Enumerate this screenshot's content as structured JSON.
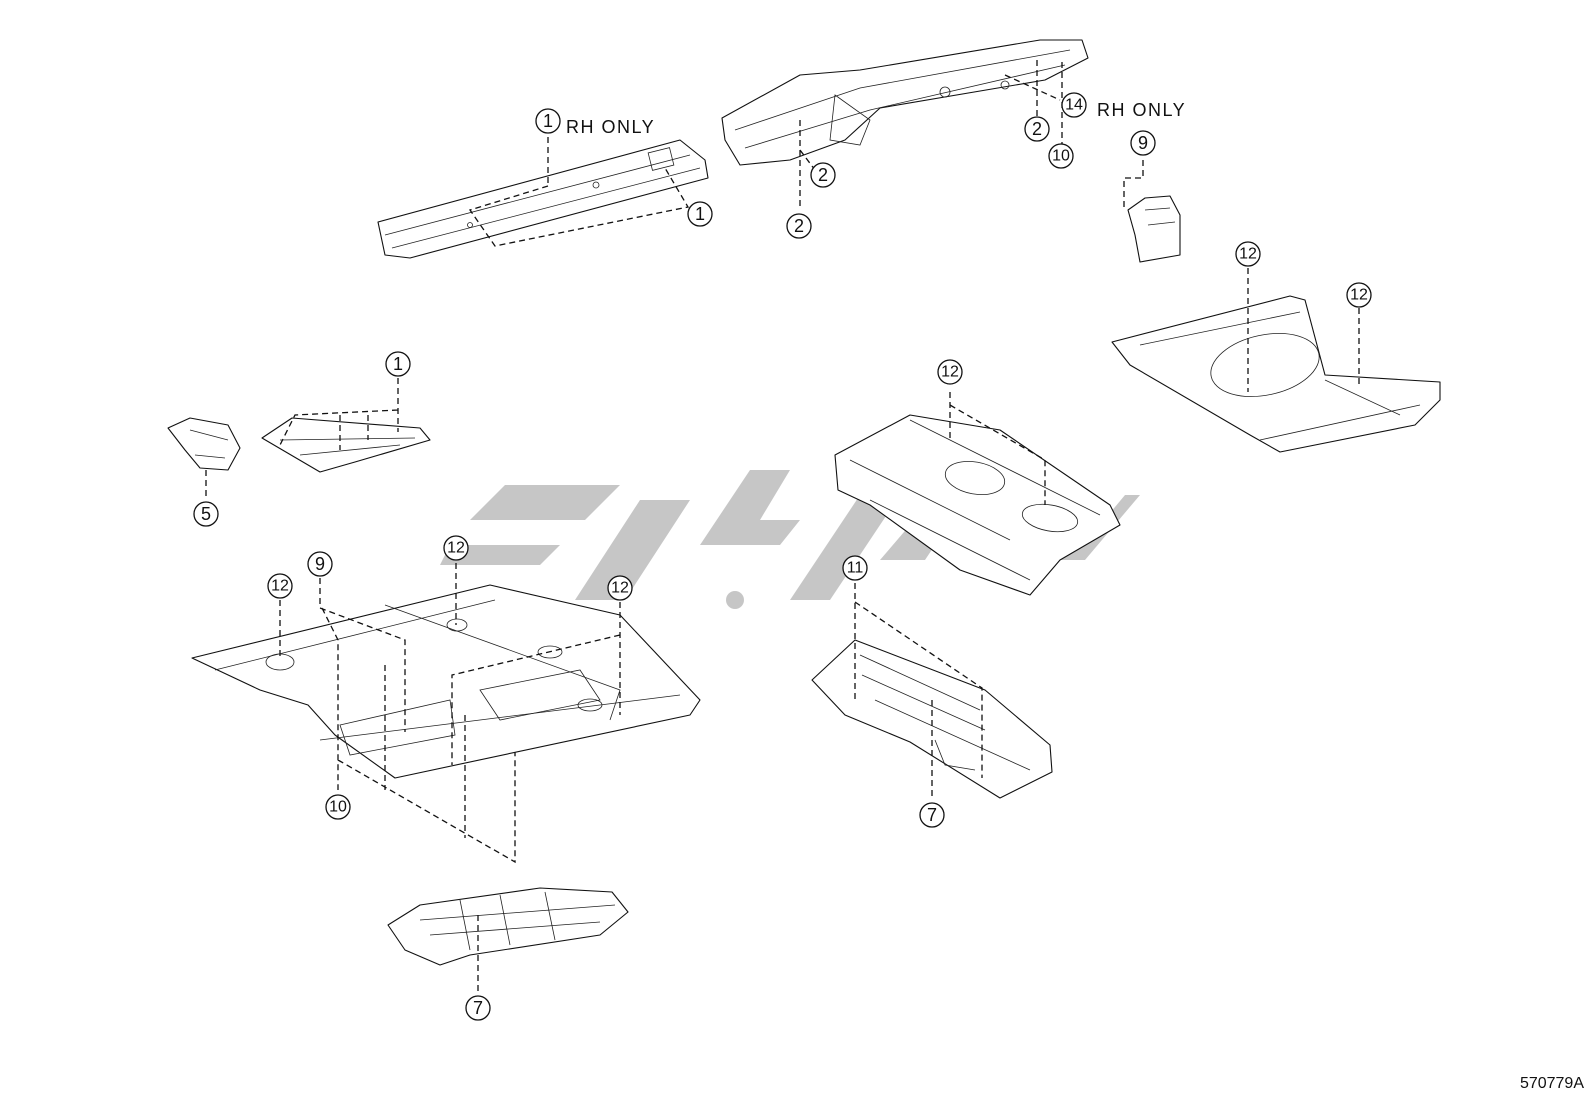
{
  "diagram": {
    "reference_code": "570779A",
    "notes": {
      "rh_only": "RH ONLY"
    },
    "callouts": [
      {
        "id": "c-1-top",
        "label": "1",
        "note": "rh_only"
      },
      {
        "id": "c-1-rail",
        "label": "1"
      },
      {
        "id": "c-2-a",
        "label": "2"
      },
      {
        "id": "c-2-b",
        "label": "2"
      },
      {
        "id": "c-2-c",
        "label": "2"
      },
      {
        "id": "c-14",
        "label": "14",
        "note": "rh_only"
      },
      {
        "id": "c-10-top",
        "label": "10"
      },
      {
        "id": "c-9-top",
        "label": "9"
      },
      {
        "id": "c-12-r1",
        "label": "12"
      },
      {
        "id": "c-12-r2",
        "label": "12"
      },
      {
        "id": "c-1-mid",
        "label": "1"
      },
      {
        "id": "c-5",
        "label": "5"
      },
      {
        "id": "c-12-mid",
        "label": "12"
      },
      {
        "id": "c-9-floor",
        "label": "9"
      },
      {
        "id": "c-12-f1",
        "label": "12"
      },
      {
        "id": "c-12-f2",
        "label": "12"
      },
      {
        "id": "c-12-f3",
        "label": "12"
      },
      {
        "id": "c-10-floor",
        "label": "10"
      },
      {
        "id": "c-11",
        "label": "11"
      },
      {
        "id": "c-7-right",
        "label": "7"
      },
      {
        "id": "c-7-bottom",
        "label": "7"
      }
    ]
  }
}
